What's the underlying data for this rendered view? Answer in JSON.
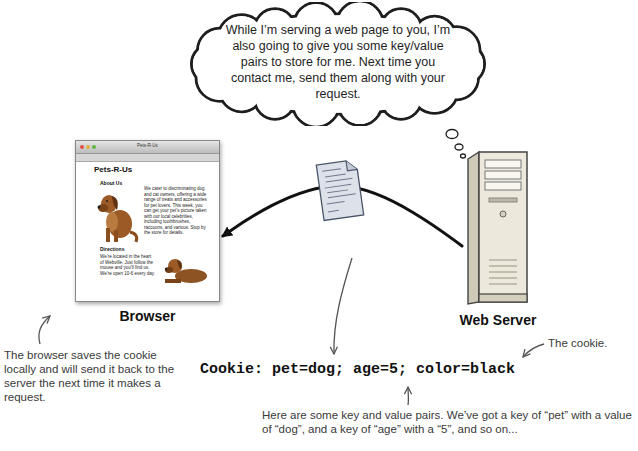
{
  "diagram": {
    "nodes": [
      {
        "text": [
          "While I’m serving a web page to you, I’m also going to give you some key/value pairs to store for me. Next time you contact me, send them along with your request."
        ]
      },
      {
        "text": [
          "Pets-R-Us",
          "Pets-R-Us",
          "About Us",
          "We cater to discriminating dog and cat owners, offering a wide range of treats and accessories for pet lovers. This week, you can get your pet’s picture taken with our local celebrities, including toothbrushes, raccoons, and various. Stop by the store for details.",
          "Directions",
          "We’re located in the heart of Webville. Just follow the mouse and you’ll find us. We’re open 10-6 every day.",
          "Browser"
        ]
      },
      {
        "text": [
          "Web Server"
        ]
      }
    ],
    "edges": [
      {
        "from": 2,
        "to": 1,
        "arrow": "to"
      }
    ],
    "labels": [
      "The browser saves the cookie locally and will send it back to the server the next time it makes a request.",
      "The cookie.",
      "Cookie: pet=dog; age=5; color=black",
      "Here are some key and value pairs. We’ve got a key of “pet” with a value of “dog”, and a key of “age” with a “5”, and so on..."
    ]
  }
}
